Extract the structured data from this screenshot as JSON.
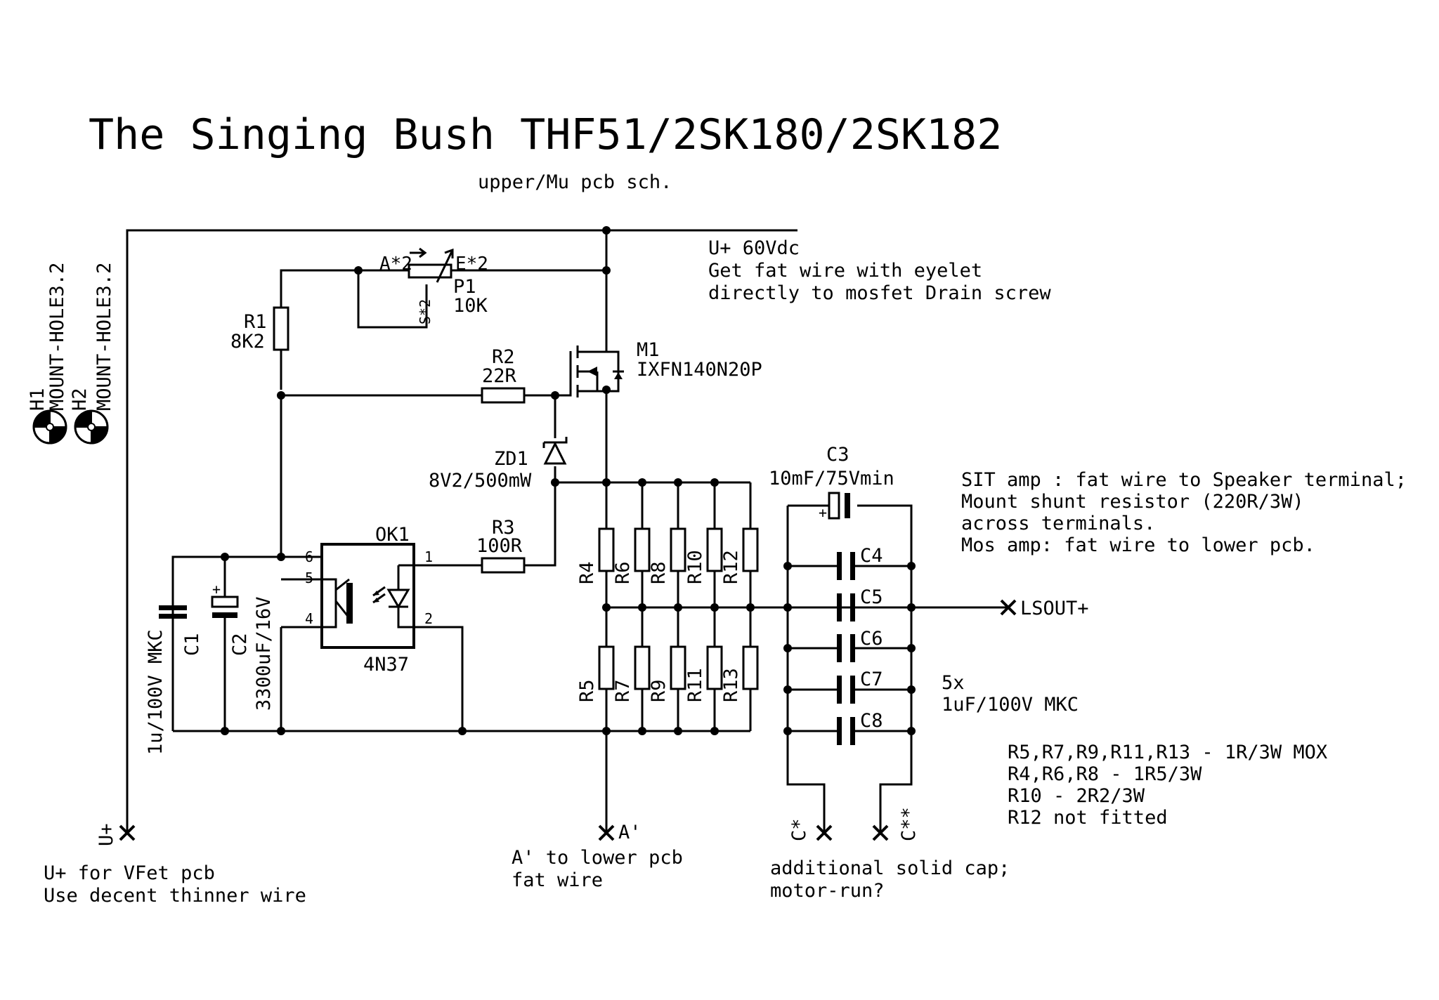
{
  "title": "The Singing Bush THF51/2SK180/2SK182",
  "subtitle": "upper/Mu pcb sch.",
  "mounting": [
    {
      "ref": "H1",
      "value": "MOUNT-HOLE3.2"
    },
    {
      "ref": "H2",
      "value": "MOUNT-HOLE3.2"
    }
  ],
  "components": {
    "R1": {
      "ref": "R1",
      "value": "8K2"
    },
    "R2": {
      "ref": "R2",
      "value": "22R"
    },
    "R3": {
      "ref": "R3",
      "value": "100R"
    },
    "P1": {
      "ref": "P1",
      "value": "10K",
      "pinA": "A*2",
      "pinE": "E*2",
      "pinS": "S*2"
    },
    "M1": {
      "ref": "M1",
      "value": "IXFN140N20P"
    },
    "ZD1": {
      "ref": "ZD1",
      "value": "8V2/500mW"
    },
    "OK1": {
      "ref": "OK1",
      "value": "4N37",
      "pins": [
        "6",
        "5",
        "4",
        "1",
        "2"
      ]
    },
    "C1": {
      "ref": "C1",
      "value": "1u/100V MKC"
    },
    "C2": {
      "ref": "C2",
      "value": "3300uF/16V"
    },
    "C3": {
      "ref": "C3",
      "value": "10mF/75Vmin"
    },
    "C_par": [
      "C4",
      "C5",
      "C6",
      "C7",
      "C8"
    ],
    "R_upper": [
      "R4",
      "R6",
      "R8",
      "R10",
      "R12"
    ],
    "R_lower": [
      "R5",
      "R7",
      "R9",
      "R11",
      "R13"
    ]
  },
  "connectors": {
    "uplus": "U+",
    "aprime": "A'",
    "cstar": "C*",
    "cstarstar": "C**",
    "lsout": "LSOUT+"
  },
  "notes": {
    "supply": [
      "U+ 60Vdc",
      "Get fat wire with eyelet",
      "directly to mosfet Drain screw"
    ],
    "sit": [
      "SIT amp : fat wire to Speaker terminal;",
      "Mount shunt resistor (220R/3W)",
      "across terminals.",
      "Mos amp: fat wire to lower pcb."
    ],
    "caps": [
      "5x",
      "1uF/100V MKC"
    ],
    "resistors": [
      "R5,R7,R9,R11,R13 - 1R/3W MOX",
      "R4,R6,R8 - 1R5/3W",
      "R10 - 2R2/3W",
      "R12 not fitted"
    ],
    "uplus": [
      "U+ for VFet pcb",
      "Use decent thinner wire"
    ],
    "aprime": [
      "A' to lower pcb",
      "fat wire"
    ],
    "cstar": [
      "additional solid cap;",
      "motor-run?"
    ]
  }
}
